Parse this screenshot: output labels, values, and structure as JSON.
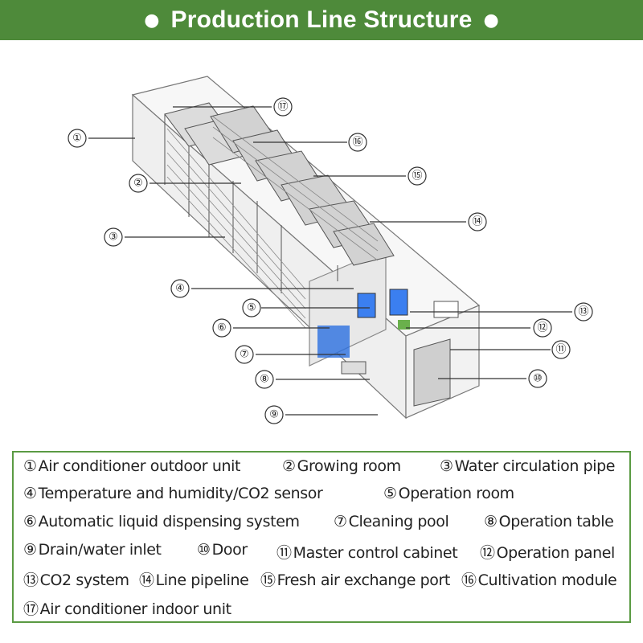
{
  "header": {
    "title": "Production Line Structure"
  },
  "callouts": [
    "①",
    "②",
    "③",
    "④",
    "⑤",
    "⑥",
    "⑦",
    "⑧",
    "⑨",
    "⑩",
    "⑪",
    "⑫",
    "⑬",
    "⑭",
    "⑮",
    "⑯",
    "⑰"
  ],
  "legend": [
    {
      "num": "①",
      "label": "Air conditioner outdoor unit"
    },
    {
      "num": "②",
      "label": "Growing room"
    },
    {
      "num": "③",
      "label": "Water circulation pipe"
    },
    {
      "num": "④",
      "label": "Temperature and humidity/CO2 sensor"
    },
    {
      "num": "⑤",
      "label": "Operation room"
    },
    {
      "num": "⑥",
      "label": "Automatic liquid dispensing system"
    },
    {
      "num": "⑦",
      "label": "Cleaning pool"
    },
    {
      "num": "⑧",
      "label": "Operation table"
    },
    {
      "num": "⑨",
      "label": "Drain/water inlet"
    },
    {
      "num": "⑩",
      "label": "Door"
    },
    {
      "num": "⑪",
      "label": "Master control cabinet"
    },
    {
      "num": "⑫",
      "label": "Operation panel"
    },
    {
      "num": "⑬",
      "label": "CO2 system"
    },
    {
      "num": "⑭",
      "label": "Line pipeline"
    },
    {
      "num": "⑮",
      "label": "Fresh air exchange port"
    },
    {
      "num": "⑯",
      "label": "Cultivation module"
    },
    {
      "num": "⑰",
      "label": "Air conditioner indoor unit"
    }
  ],
  "colors": {
    "header_bg": "#4e8a3a",
    "legend_border": "#5a9a43",
    "accent_blue": "#2b6fe0"
  }
}
